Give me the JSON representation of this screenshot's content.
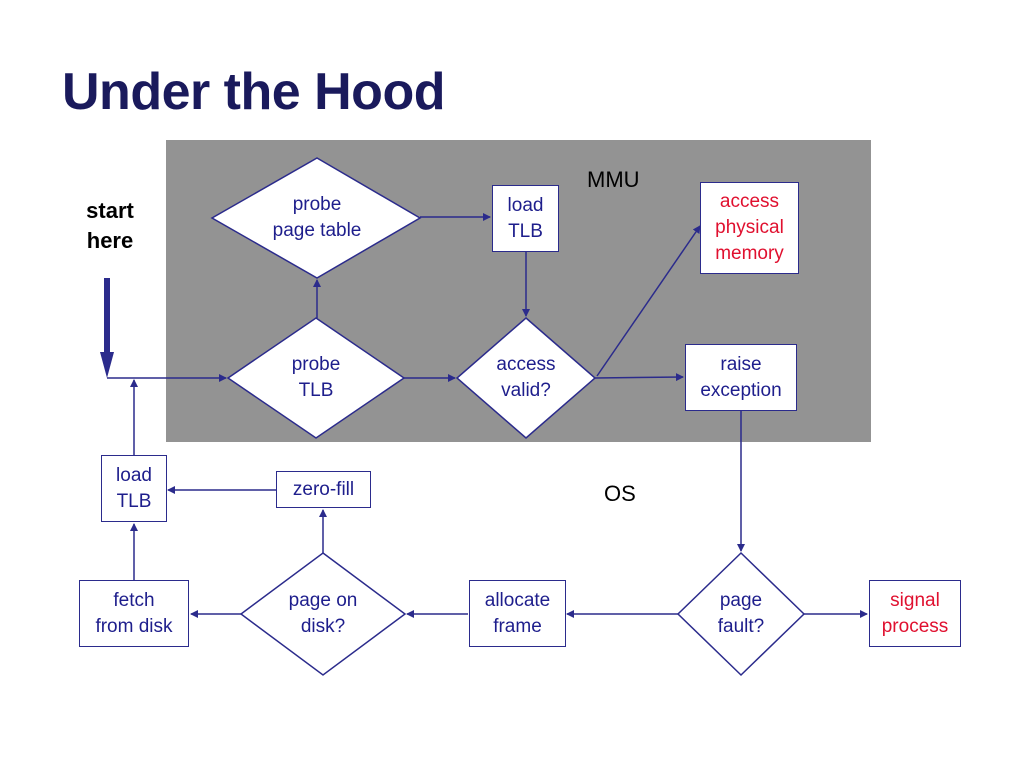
{
  "title": "Under the Hood",
  "regions": {
    "mmu": "MMU",
    "os": "OS"
  },
  "start": {
    "line1": "start",
    "line2": "here"
  },
  "nodes": {
    "probe_page_table": {
      "line1": "probe",
      "line2": "page table"
    },
    "load_tlb_mmu": {
      "line1": "load",
      "line2": "TLB"
    },
    "access_physical_memory": {
      "line1": "access",
      "line2": "physical",
      "line3": "memory"
    },
    "probe_tlb": {
      "line1": "probe",
      "line2": "TLB"
    },
    "access_valid": {
      "line1": "access",
      "line2": "valid?"
    },
    "raise_exception": {
      "line1": "raise",
      "line2": "exception"
    },
    "load_tlb_os": {
      "line1": "load",
      "line2": "TLB"
    },
    "zero_fill": {
      "line1": "zero-fill"
    },
    "fetch_from_disk": {
      "line1": "fetch",
      "line2": "from disk"
    },
    "page_on_disk": {
      "line1": "page on",
      "line2": "disk?"
    },
    "allocate_frame": {
      "line1": "allocate",
      "line2": "frame"
    },
    "page_fault": {
      "line1": "page",
      "line2": "fault?"
    },
    "signal_process": {
      "line1": "signal",
      "line2": "process"
    }
  },
  "colors": {
    "title": "#1a1a5c",
    "node_text": "#1e1e8c",
    "line": "#2b2b8c",
    "alert_text": "#e0102f",
    "mmu_region": "#939393"
  }
}
